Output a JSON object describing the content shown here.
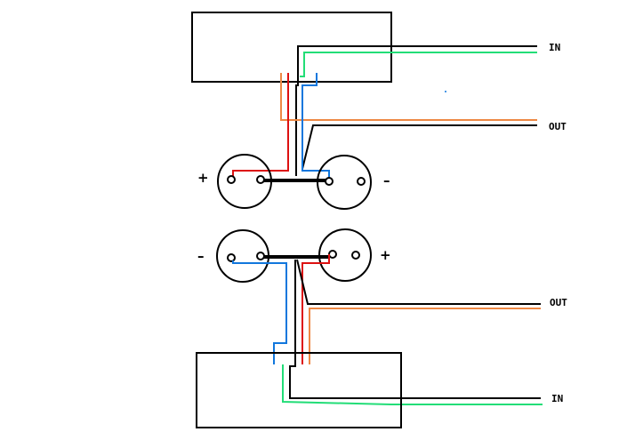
{
  "labels": {
    "top_in": "IN",
    "top_out": "OUT",
    "bottom_out": "OUT",
    "bottom_in": "IN"
  },
  "terminals": {
    "top_left_sign": "+",
    "top_right_sign": "–",
    "bottom_left_sign": "–",
    "bottom_right_sign": "+"
  },
  "colors": {
    "outline": "#000000",
    "green": "#22dd77",
    "orange": "#ee8844",
    "red": "#dd1111",
    "blue": "#1177dd"
  }
}
